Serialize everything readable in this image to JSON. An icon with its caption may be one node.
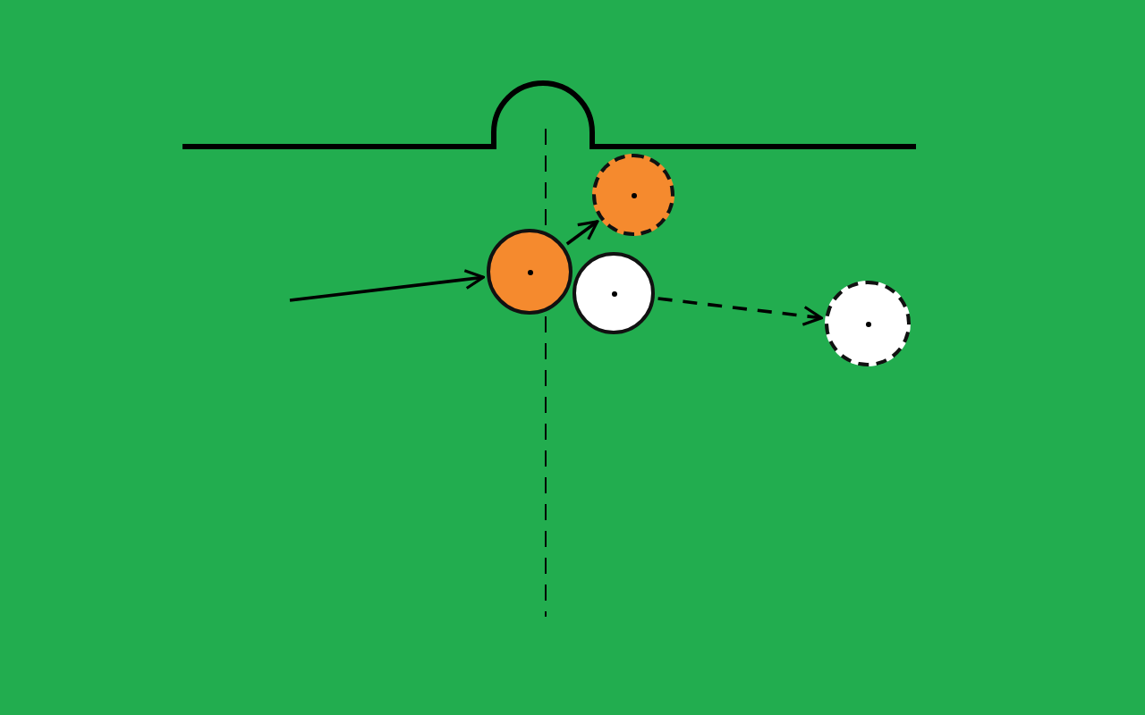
{
  "diagram": {
    "nodes": [
      {
        "text": [],
        "shape": "circle"
      },
      {
        "text": [],
        "shape": "circle"
      },
      {
        "text": [],
        "shape": "circle"
      },
      {
        "text": [],
        "shape": "circle"
      }
    ],
    "edges": [
      {
        "from": null,
        "to": 0,
        "arrow": "to"
      },
      {
        "from": 0,
        "to": 2,
        "arrow": "to"
      },
      {
        "from": 1,
        "to": 3,
        "arrow": "to",
        "style": "dashed"
      }
    ]
  }
}
